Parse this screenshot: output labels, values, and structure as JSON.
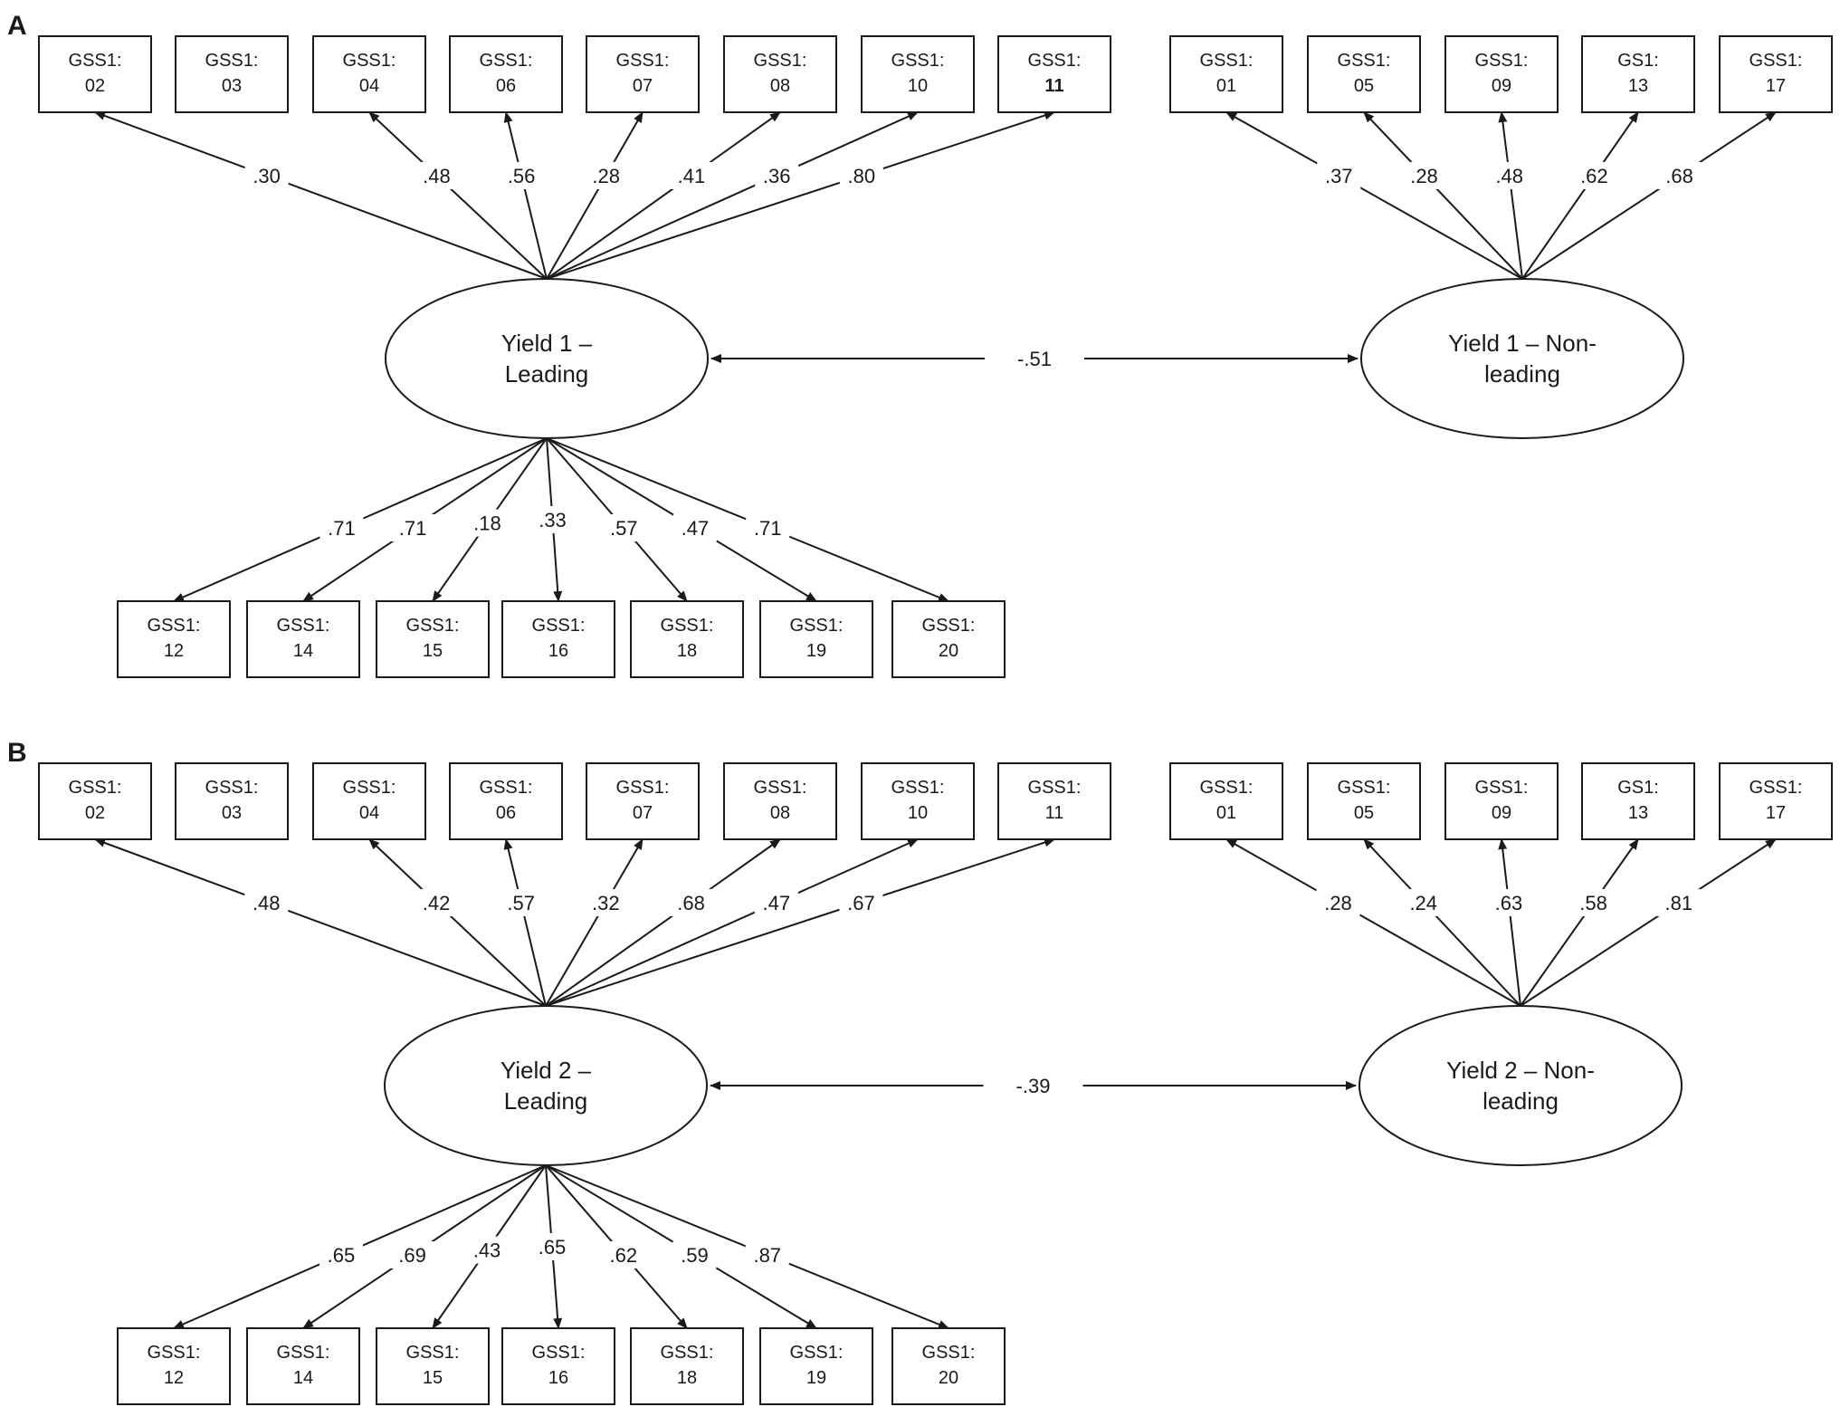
{
  "panels": [
    {
      "label": "A",
      "leading": {
        "name_lines": [
          "Yield 1 –",
          "Leading"
        ],
        "loadings": [
          {
            "item": [
              "GSS1:",
              "02"
            ],
            "value": ".30"
          },
          {
            "item": [
              "GSS1:",
              "03"
            ],
            "value": null
          },
          {
            "item": [
              "GSS1:",
              "04"
            ],
            "value": ".48"
          },
          {
            "item": [
              "GSS1:",
              "06"
            ],
            "value": ".56"
          },
          {
            "item": [
              "GSS1:",
              "07"
            ],
            "value": ".28"
          },
          {
            "item": [
              "GSS1:",
              "08"
            ],
            "value": ".41"
          },
          {
            "item": [
              "GSS1:",
              "10"
            ],
            "value": ".36"
          },
          {
            "item": [
              "GSS1:",
              "11"
            ],
            "value": ".80"
          },
          {
            "item": [
              "GSS1:",
              "12"
            ],
            "value": ".71"
          },
          {
            "item": [
              "GSS1:",
              "14"
            ],
            "value": ".71"
          },
          {
            "item": [
              "GSS1:",
              "15"
            ],
            "value": ".18"
          },
          {
            "item": [
              "GSS1:",
              "16"
            ],
            "value": ".33"
          },
          {
            "item": [
              "GSS1:",
              "18"
            ],
            "value": ".57"
          },
          {
            "item": [
              "GSS1:",
              "19"
            ],
            "value": ".47"
          },
          {
            "item": [
              "GSS1:",
              "20"
            ],
            "value": ".71"
          }
        ]
      },
      "nonleading": {
        "name_lines": [
          "Yield 1 – Non-",
          "leading"
        ],
        "loadings": [
          {
            "item": [
              "GSS1:",
              "01"
            ],
            "value": ".37"
          },
          {
            "item": [
              "GSS1:",
              "05"
            ],
            "value": ".28"
          },
          {
            "item": [
              "GSS1:",
              "09"
            ],
            "value": ".48"
          },
          {
            "item": [
              "GS1:",
              "13"
            ],
            "value": ".62"
          },
          {
            "item": [
              "GSS1:",
              "17"
            ],
            "value": ".68"
          }
        ]
      },
      "correlation": "-.51"
    },
    {
      "label": "B",
      "leading": {
        "name_lines": [
          "Yield 2 –",
          "Leading"
        ],
        "loadings": [
          {
            "item": [
              "GSS1:",
              "02"
            ],
            "value": ".48"
          },
          {
            "item": [
              "GSS1:",
              "03"
            ],
            "value": null
          },
          {
            "item": [
              "GSS1:",
              "04"
            ],
            "value": ".42"
          },
          {
            "item": [
              "GSS1:",
              "06"
            ],
            "value": ".57"
          },
          {
            "item": [
              "GSS1:",
              "07"
            ],
            "value": ".32"
          },
          {
            "item": [
              "GSS1:",
              "08"
            ],
            "value": ".68"
          },
          {
            "item": [
              "GSS1:",
              "10"
            ],
            "value": ".47"
          },
          {
            "item": [
              "GSS1:",
              "11"
            ],
            "value": ".67"
          },
          {
            "item": [
              "GSS1:",
              "12"
            ],
            "value": ".65"
          },
          {
            "item": [
              "GSS1:",
              "14"
            ],
            "value": ".69"
          },
          {
            "item": [
              "GSS1:",
              "15"
            ],
            "value": ".43"
          },
          {
            "item": [
              "GSS1:",
              "16"
            ],
            "value": ".65"
          },
          {
            "item": [
              "GSS1:",
              "18"
            ],
            "value": ".62"
          },
          {
            "item": [
              "GSS1:",
              "19"
            ],
            "value": ".59"
          },
          {
            "item": [
              "GSS1:",
              "20"
            ],
            "value": ".87"
          }
        ]
      },
      "nonleading": {
        "name_lines": [
          "Yield 2 – Non-",
          "leading"
        ],
        "loadings": [
          {
            "item": [
              "GSS1:",
              "01"
            ],
            "value": ".28"
          },
          {
            "item": [
              "GSS1:",
              "05"
            ],
            "value": ".24"
          },
          {
            "item": [
              "GSS1:",
              "09"
            ],
            "value": ".63"
          },
          {
            "item": [
              "GS1:",
              "13"
            ],
            "value": ".58"
          },
          {
            "item": [
              "GSS1:",
              "17"
            ],
            "value": ".81"
          }
        ]
      },
      "correlation": "-.39"
    }
  ]
}
